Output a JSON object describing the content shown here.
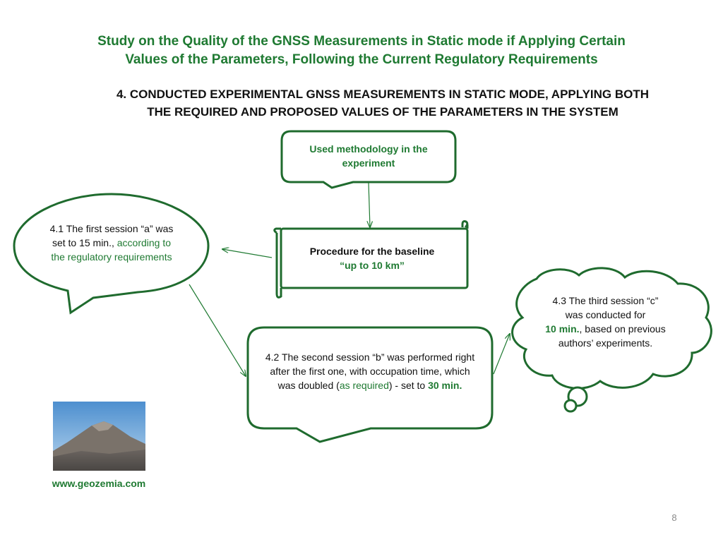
{
  "slide": {
    "title_line1": "Study on the Quality of the GNSS Measurements in Static mode if Applying Certain",
    "title_line2": "Values of the Parameters, Following the Current Regulatory Requirements",
    "heading_line1": "4. CONDUCTED EXPERIMENTAL GNSS MEASUREMENTS IN STATIC MODE, APPLYING BOTH",
    "heading_line2": "THE REQUIRED AND PROPOSED VALUES OF THE PARAMETERS IN THE SYSTEM",
    "website": "www.geozemia.com",
    "page_number": "8"
  },
  "diagram": {
    "methodology": {
      "text": "Used methodology in the experiment"
    },
    "procedure": {
      "line1": "Procedure for the baseline",
      "line2": "“up to 10 km”"
    },
    "session_a": {
      "part1": "4.1 The first session “a” was set to 15 min.,",
      "part2": "according to the regulatory requirements"
    },
    "session_b": {
      "part1": "4.2 The second session “b” was performed right after the first one, with occupation time, which was doubled (",
      "part2": "as required",
      "part3": ") - set to ",
      "part4": "30 min."
    },
    "session_c": {
      "part1": "4.3 The third session “c” was conducted for",
      "part2": "10 min.",
      "part3": ", based on previous authors’ experiments."
    }
  },
  "colors": {
    "accent_green": "#1f7a32",
    "text": "#111111",
    "page_number": "#8a8a8a"
  }
}
